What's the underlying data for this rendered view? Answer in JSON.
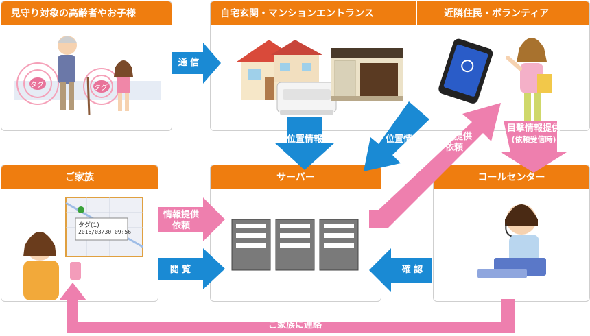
{
  "boxes": {
    "elderly_children": "見守り対象の高齢者やお子様",
    "home_entrance": "自宅玄関・マンションエントランス",
    "neighbors_volunteers": "近隣住民・ボランティア",
    "family": "ご家族",
    "server": "サーバー",
    "call_center": "コールセンター"
  },
  "arrows": {
    "communication": "通 信",
    "location_info_1": "位置情報",
    "location_info_2": "位置情報",
    "info_request_1": "情報提供\n依頼",
    "sighting_info": "目撃情報提供",
    "sighting_sub": "(依頼受信時)",
    "info_request_2": "情報提供\n依頼",
    "browse": "閲 覧",
    "confirm": "確 認",
    "contact_family": "ご家族に連絡"
  },
  "illustration_text": {
    "tag_1": "タグ",
    "tag_2": "タグ",
    "map_popup_line1": "タグ(1)",
    "map_popup_line2": "2016/03/30 09:56"
  },
  "colors": {
    "header_orange": "#ef7d0f",
    "arrow_blue": "#1a8ad4",
    "arrow_pink": "#ee7fae"
  }
}
